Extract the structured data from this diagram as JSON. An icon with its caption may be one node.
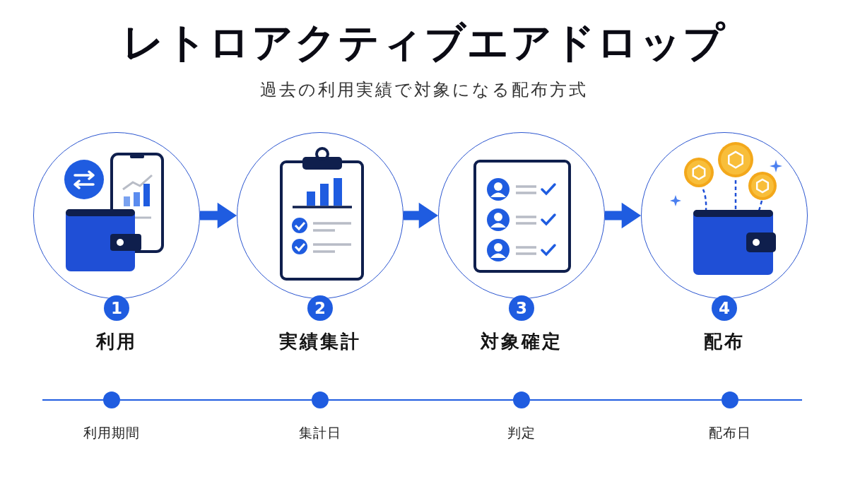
{
  "diagram": {
    "title": "レトロアクティブエアドロップ",
    "nodes": [
      {
        "text": [
          "1",
          "利用"
        ]
      },
      {
        "text": [
          "2",
          "実績集計"
        ]
      },
      {
        "text": [
          "3",
          "対象確定"
        ]
      },
      {
        "text": [
          "4",
          "配布"
        ]
      },
      {
        "text": [],
        "shape": "circle",
        "beside": [
          "利用期間"
        ]
      },
      {
        "text": [],
        "shape": "circle",
        "beside": [
          "集計日"
        ]
      },
      {
        "text": [],
        "shape": "circle",
        "beside": [
          "判定"
        ]
      },
      {
        "text": [],
        "shape": "circle",
        "beside": [
          "配布日"
        ]
      }
    ],
    "edges": [
      {
        "from": 0,
        "to": 1,
        "arrow": "to"
      },
      {
        "from": 1,
        "to": 2,
        "arrow": "to"
      },
      {
        "from": 2,
        "to": 3,
        "arrow": "to"
      },
      {
        "from": 4,
        "to": 5,
        "arrow": "none"
      },
      {
        "from": 5,
        "to": 6,
        "arrow": "none"
      },
      {
        "from": 6,
        "to": 7,
        "arrow": "none"
      },
      {
        "from": null,
        "to": 4,
        "arrow": "none"
      },
      {
        "from": 7,
        "to": null,
        "arrow": "none"
      }
    ],
    "labels": [
      "過去の利用実績で対象になる配布方式"
    ]
  }
}
